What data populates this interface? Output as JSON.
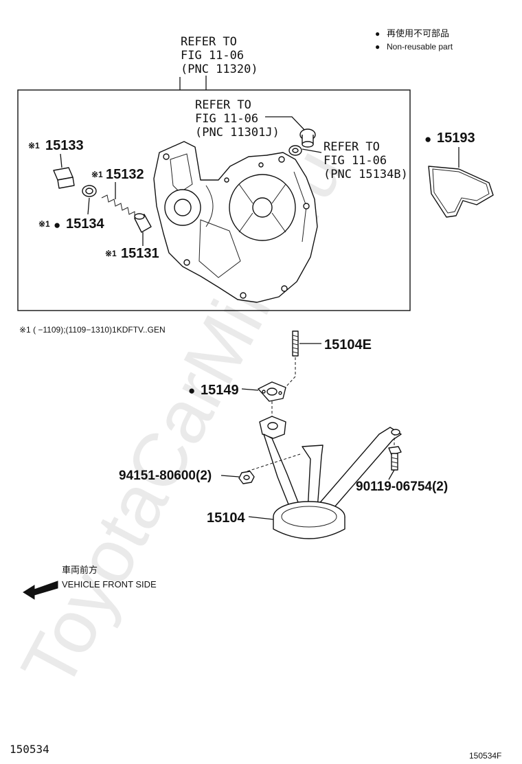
{
  "legend": {
    "bullet": "●",
    "line_jp": "再使用不可部品",
    "line_en": "Non-reusable part"
  },
  "refers": [
    {
      "line1": "REFER TO",
      "line2": "FIG 11-06",
      "line3": "(PNC 11320)"
    },
    {
      "line1": "REFER TO",
      "line2": "FIG 11-06",
      "line3": "(PNC 11301J)"
    },
    {
      "line1": "REFER TO",
      "line2": "FIG 11-06",
      "line3": "(PNC 15134B)"
    }
  ],
  "mark": "※1",
  "bullet": "●",
  "parts": {
    "p15133": "15133",
    "p15132": "15132",
    "p15134": "15134",
    "p15131": "15131",
    "p15193": "15193",
    "p15104E": "15104E",
    "p15149": "15149",
    "p94151": "94151-80600(2)",
    "p90119": "90119-06754(2)",
    "p15104": "15104"
  },
  "footnote": "※1 (     −1109);(1109−1310)1KDFTV..GEN",
  "direction": {
    "jp": "車両前方",
    "en": "VEHICLE FRONT SIDE"
  },
  "watermark": "ToyotaCarMine.ru",
  "page_code_left": "150534",
  "page_code_right": "150534F"
}
